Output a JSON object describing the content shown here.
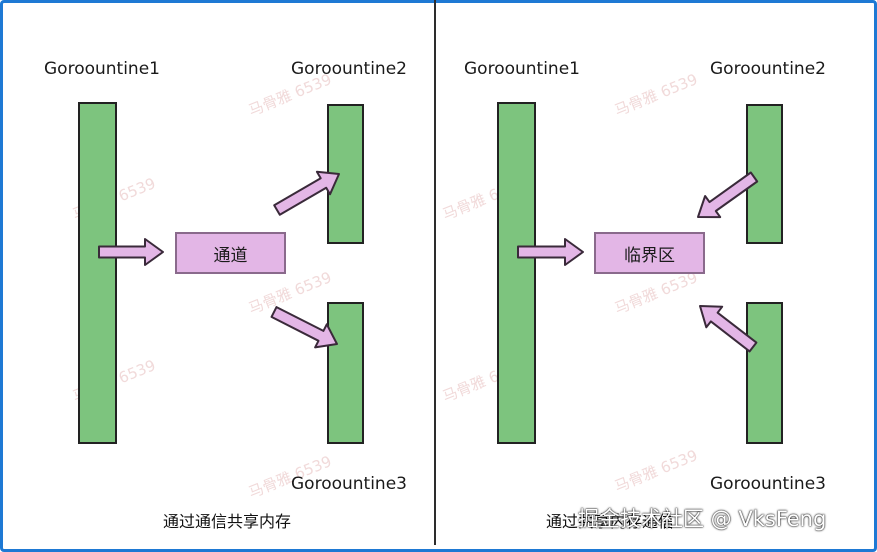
{
  "left_panel": {
    "goroutine1": "Goroountine1",
    "goroutine2": "Goroountine2",
    "goroutine3": "Goroountine3",
    "middle_box": "通道",
    "caption": "通过通信共享内存"
  },
  "right_panel": {
    "goroutine1": "Goroountine1",
    "goroutine2": "Goroountine2",
    "goroutine3": "Goroountine3",
    "middle_box": "临界区",
    "caption": "通过共享内存通信"
  },
  "watermark": "掘金技术社区 @ VksFeng",
  "background_watermark": "马骨雅 6539",
  "colors": {
    "bar_fill": "#7dc47e",
    "box_fill": "#e3b6e6",
    "arrow_fill": "#e3b6e6",
    "frame_border": "#1e79d4"
  }
}
